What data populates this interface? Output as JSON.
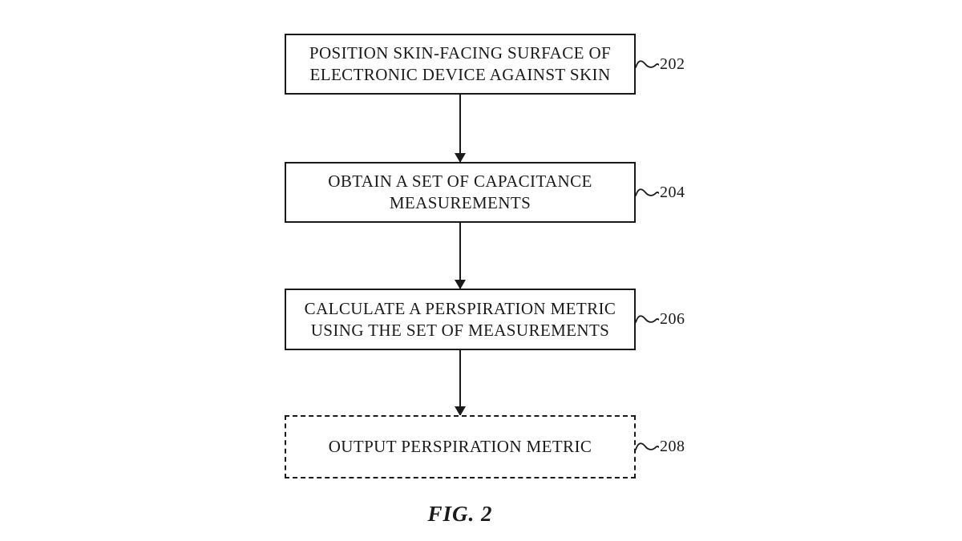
{
  "figure": {
    "caption": "FIG. 2",
    "colors": {
      "ink": "#1a1a1a",
      "background": "#ffffff"
    },
    "steps": [
      {
        "ref": "202",
        "text": "POSITION SKIN-FACING SURFACE OF ELECTRONIC DEVICE AGAINST SKIN",
        "border": "solid"
      },
      {
        "ref": "204",
        "text": "OBTAIN A SET OF CAPACITANCE MEASUREMENTS",
        "border": "solid"
      },
      {
        "ref": "206",
        "text": "CALCULATE A PERSPIRATION METRIC USING THE SET OF MEASUREMENTS",
        "border": "solid"
      },
      {
        "ref": "208",
        "text": "OUTPUT PERSPIRATION METRIC",
        "border": "dashed"
      }
    ]
  }
}
